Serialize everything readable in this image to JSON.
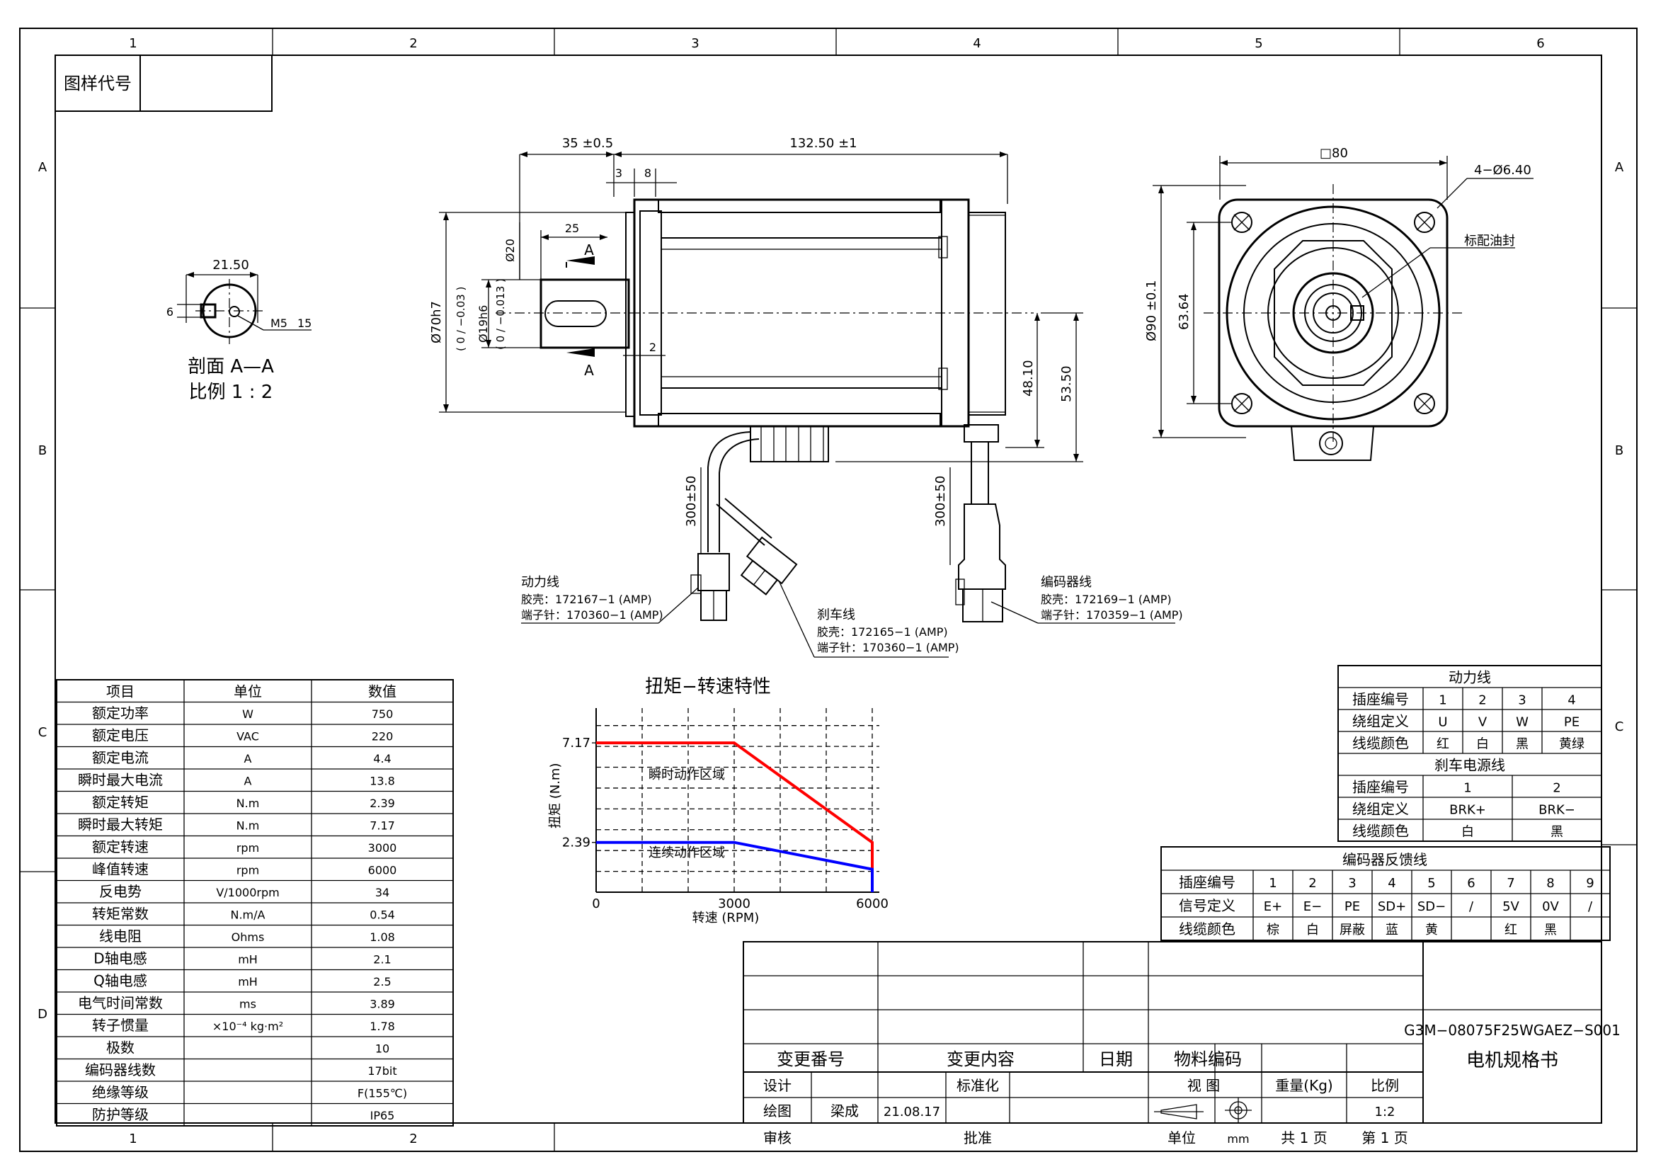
{
  "frame": {
    "cols": [
      "1",
      "2",
      "3",
      "4",
      "5",
      "6"
    ],
    "bottom_cols": [
      "1",
      "2"
    ],
    "rows": [
      "A",
      "B",
      "C",
      "D"
    ],
    "right_rows": [
      "A",
      "B",
      "C"
    ],
    "drawing_code_label": "图样代号"
  },
  "section": {
    "dim_width": "21.50",
    "dim_key": "6",
    "thread": "M5",
    "thread_depth": "15",
    "title": "剖面 A—A",
    "scale": "比例 1 : 2"
  },
  "side_view": {
    "dim_flange": "35 ±0.5",
    "dim_body": "132.50 ±1",
    "dim_3": "3",
    "dim_8": "8",
    "dim_25": "25",
    "dim_shaft_dia": "Ø20",
    "dim_pilot": "Ø70h7",
    "dim_pilot_tol": "( 0 / −0.03 )",
    "dim_shaft": "Ø19h6",
    "dim_shaft_tol": "( 0 / −0.013 )",
    "section_mark": "A",
    "dim_2": "2",
    "dim_48": "48.10",
    "dim_53": "53.50",
    "cable_len_1": "300±50",
    "cable_len_2": "300±50"
  },
  "front_view": {
    "dim_square": "□80",
    "dim_holes": "4−Ø6.40",
    "oil_seal": "标配油封",
    "dim_90": "Ø90 ±0.1",
    "dim_63": "63.64"
  },
  "connectors": {
    "power": [
      "动力线",
      "胶壳：172167−1 (AMP)",
      "端子针：170360−1 (AMP)"
    ],
    "brake": [
      "刹车线",
      "胶壳：172165−1 (AMP)",
      "端子针：170360−1 (AMP)"
    ],
    "encoder": [
      "编码器线",
      "胶壳：172169−1 (AMP)",
      "端子针：170359−1 (AMP)"
    ]
  },
  "spec_table": {
    "headers": [
      "项目",
      "单位",
      "数值"
    ],
    "rows": [
      [
        "额定功率",
        "W",
        "750"
      ],
      [
        "额定电压",
        "VAC",
        "220"
      ],
      [
        "额定电流",
        "A",
        "4.4"
      ],
      [
        "瞬时最大电流",
        "A",
        "13.8"
      ],
      [
        "额定转矩",
        "N.m",
        "2.39"
      ],
      [
        "瞬时最大转矩",
        "N.m",
        "7.17"
      ],
      [
        "额定转速",
        "rpm",
        "3000"
      ],
      [
        "峰值转速",
        "rpm",
        "6000"
      ],
      [
        "反电势",
        "V/1000rpm",
        "34"
      ],
      [
        "转矩常数",
        "N.m/A",
        "0.54"
      ],
      [
        "线电阻",
        "Ohms",
        "1.08"
      ],
      [
        "D轴电感",
        "mH",
        "2.1"
      ],
      [
        "Q轴电感",
        "mH",
        "2.5"
      ],
      [
        "电气时间常数",
        "ms",
        "3.89"
      ],
      [
        "转子惯量",
        "×10⁻⁴ kg·m²",
        "1.78"
      ],
      [
        "极数",
        "",
        "10"
      ],
      [
        "编码器线数",
        "",
        "17bit"
      ],
      [
        "绝缘等级",
        "",
        "F(155℃)"
      ],
      [
        "防护等级",
        "",
        "IP65"
      ]
    ]
  },
  "chart_data": {
    "type": "line",
    "title": "扭矩−转速特性",
    "xlabel": "转速 (RPM)",
    "ylabel": "扭矩 (N.m)",
    "xlim": [
      0,
      6000
    ],
    "ylim": [
      0,
      8.5
    ],
    "x_ticks": [
      "0",
      "3000",
      "6000"
    ],
    "y_ticks": [
      "2.39",
      "7.17"
    ],
    "grid": true,
    "series": [
      {
        "color": "#ff0000",
        "x": [
          0,
          3000,
          6000,
          6000
        ],
        "y": [
          7.17,
          7.17,
          2.39,
          0
        ]
      },
      {
        "color": "#0000ff",
        "x": [
          0,
          3000,
          6000,
          6000
        ],
        "y": [
          2.39,
          2.39,
          1.1,
          0
        ]
      }
    ],
    "annotations": [
      "瞬时动作区域",
      "连续动作区域"
    ]
  },
  "power_table": {
    "title": "动力线",
    "rows": [
      [
        "插座编号",
        "1",
        "2",
        "3",
        "4"
      ],
      [
        "绕组定义",
        "U",
        "V",
        "W",
        "PE"
      ],
      [
        "线缆颜色",
        "红",
        "白",
        "黑",
        "黄绿"
      ]
    ]
  },
  "brake_table": {
    "title": "刹车电源线",
    "rows": [
      [
        "插座编号",
        "1",
        "2"
      ],
      [
        "绕组定义",
        "BRK+",
        "BRK−"
      ],
      [
        "线缆颜色",
        "白",
        "黑"
      ]
    ]
  },
  "encoder_table": {
    "title": "编码器反馈线",
    "rows": [
      [
        "插座编号",
        "1",
        "2",
        "3",
        "4",
        "5",
        "6",
        "7",
        "8",
        "9"
      ],
      [
        "信号定义",
        "E+",
        "E−",
        "PE",
        "SD+",
        "SD−",
        "/",
        "5V",
        "0V",
        "/"
      ],
      [
        "线缆颜色",
        "棕",
        "白",
        "屏蔽",
        "蓝",
        "黄",
        "",
        "红",
        "黑",
        ""
      ]
    ]
  },
  "title_block": {
    "change_no": "变更番号",
    "change_content": "变更内容",
    "date": "日期",
    "material_code": "物料编码",
    "design": "设计",
    "standardize": "标准化",
    "drawing": "绘图",
    "drawer": "梁成",
    "draw_date": "21.08.17",
    "review": "审核",
    "approve": "批准",
    "view": "视 图",
    "weight": "重量(Kg)",
    "ratio_label": "比例",
    "ratio": "1:2",
    "unit_label": "单位",
    "unit": "mm",
    "total_pages": "共 1 页",
    "page_no": "第 1 页",
    "model": "G3M−08075F25WGAEZ−S001",
    "doc_title": "电机规格书"
  }
}
